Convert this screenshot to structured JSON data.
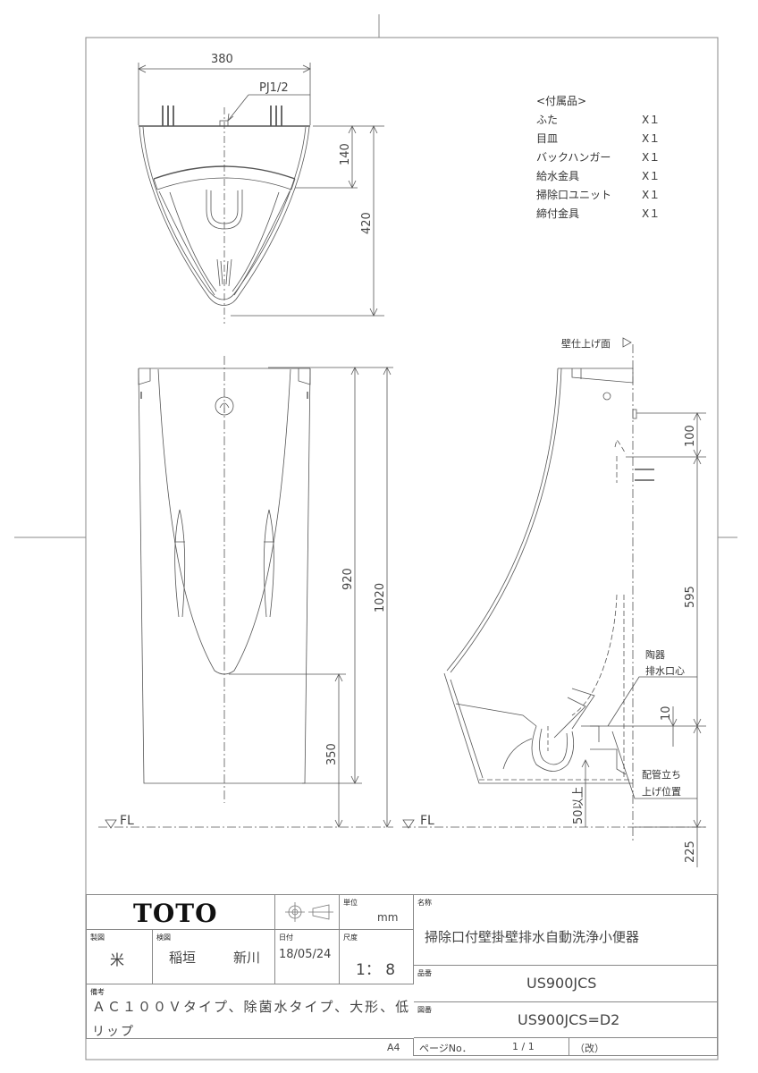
{
  "drawing": {
    "top_view": {
      "width_dim": "380",
      "pipe_label": "PJ1/2",
      "depth_dim_1": "140",
      "depth_dim_2": "420"
    },
    "front_view": {
      "height_dim_1": "920",
      "height_dim_2": "1020",
      "lip_height_dim": "350",
      "floor_label": "FL"
    },
    "side_view": {
      "wall_finish_label": "壁仕上げ面",
      "dim_top": "100",
      "dim_mid": "595",
      "dim_bottom": "225",
      "dim_small": "10",
      "dim_drain": "50以上",
      "drain_label_line1": "陶器",
      "drain_label_line2": "排水口心",
      "pipe_label_line1": "配管立ち",
      "pipe_label_line2": "上げ位置",
      "floor_label": "FL"
    },
    "accessories": {
      "title": "<付属品>",
      "items": [
        {
          "name": "ふた",
          "qty": "X１"
        },
        {
          "name": "目皿",
          "qty": "X１"
        },
        {
          "name": "バックハンガー",
          "qty": "X１"
        },
        {
          "name": "給水金具",
          "qty": "X１"
        },
        {
          "name": "掃除口ユニット",
          "qty": "X１"
        },
        {
          "name": "締付金具",
          "qty": "X１"
        }
      ]
    }
  },
  "title_block": {
    "brand": "TOTO",
    "unit_label": "単位",
    "unit_value": "mm",
    "name_label": "名称",
    "name_value": "掃除口付壁掛壁排水自動洗浄小便器",
    "drafted_label": "製図",
    "drafted_value": "米",
    "checked_label": "検図",
    "checked_value_1": "稲垣",
    "checked_value_2": "新川",
    "date_label": "日付",
    "date_value": "18/05/24",
    "scale_label": "尺度",
    "scale_value": "1： 8",
    "product_no_label": "品番",
    "product_no_value": "US900JCS",
    "drawing_no_label": "図番",
    "drawing_no_value": "US900JCS=D2",
    "remarks_label": "備考",
    "remarks_line1": "ＡＣ１００Ｖタイプ、除菌水タイプ、大形、低",
    "remarks_line2": "リップ",
    "page_label": "ページNo．",
    "page_value": "1 / 1",
    "revision_label": "（改）",
    "paper_size": "A4"
  }
}
